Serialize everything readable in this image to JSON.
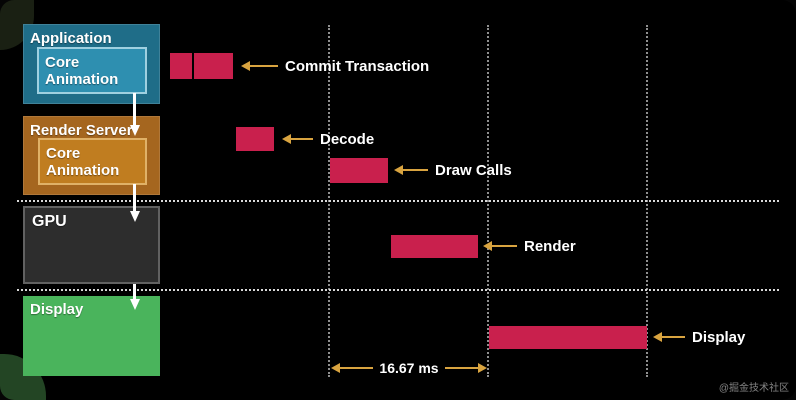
{
  "colors": {
    "background": "#000000",
    "bar": "#c9204d",
    "accent-arrow": "#d9a440",
    "app-box": "#1f6d88",
    "app-inner": "#2e8fb0",
    "app-inner-border": "#9fd0e0",
    "render-box": "#a5661f",
    "render-inner": "#c07d20",
    "render-inner-border": "#e0b167",
    "gpu-box": "#2d2d2d",
    "gpu-border": "#616161",
    "display-box": "#4ab45c"
  },
  "lanes": [
    {
      "label": "Application",
      "sublabel": "Core Animation"
    },
    {
      "label": "Render Server",
      "sublabel": "Core Animation"
    },
    {
      "label": "GPU"
    },
    {
      "label": "Display"
    }
  ],
  "annotations": [
    {
      "label": "Commit Transaction",
      "lane": "Application"
    },
    {
      "label": "Decode",
      "lane": "Render Server"
    },
    {
      "label": "Draw Calls",
      "lane": "Render Server"
    },
    {
      "label": "Render",
      "lane": "GPU"
    },
    {
      "label": "Display",
      "lane": "Display"
    }
  ],
  "timeline": {
    "frame_duration_label": "16.67 ms",
    "frame_boundaries": 3
  },
  "watermark": "@掘金技术社区"
}
